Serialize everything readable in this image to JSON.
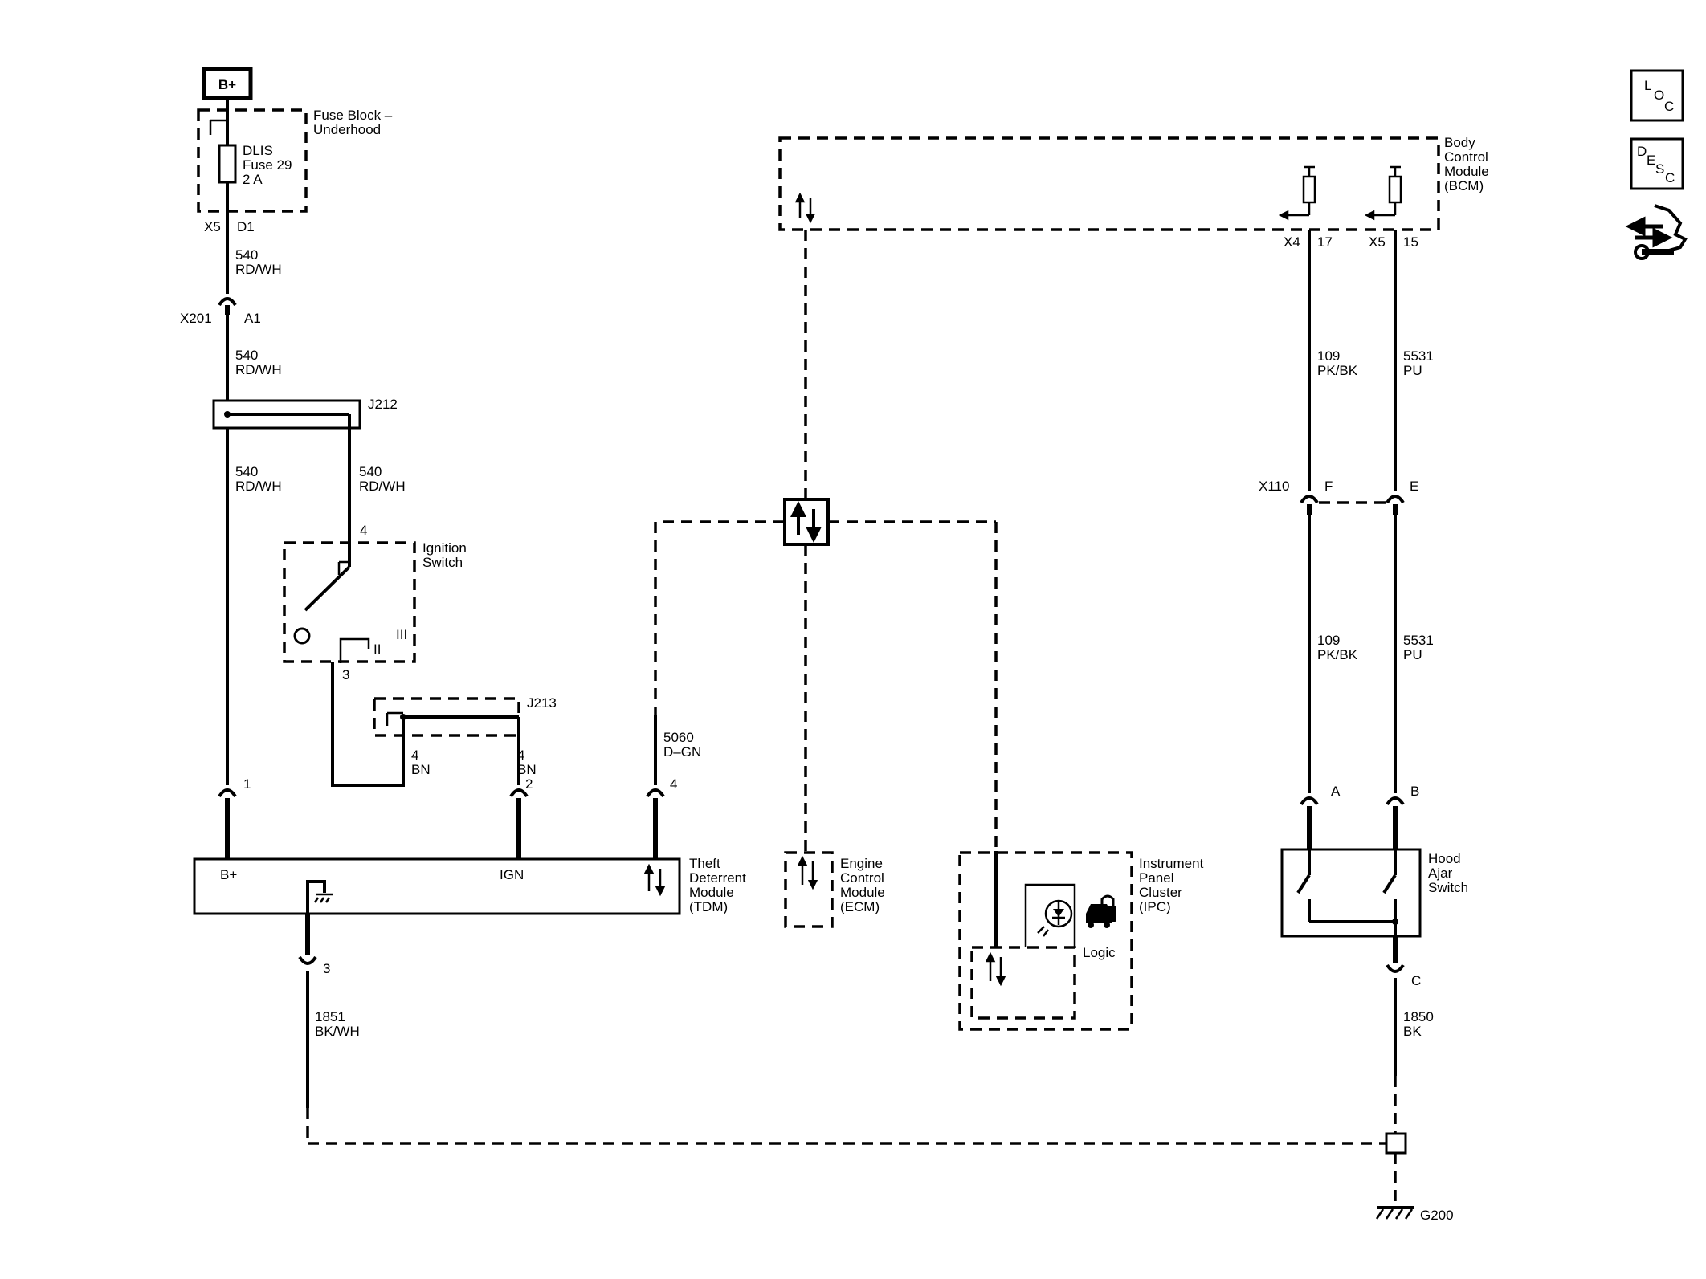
{
  "power": {
    "label": "B+"
  },
  "fuse_block": {
    "label_l1": "Fuse Block –",
    "label_l2": "Underhood",
    "fuse_l1": "DLIS",
    "fuse_l2": "Fuse 29",
    "fuse_l3": "2 A",
    "conn": "X5",
    "pin": "D1"
  },
  "wires": {
    "w540_num": "540",
    "w540_color": "RD/WH",
    "w109_num": "109",
    "w109_color": "PK/BK",
    "w5531_num": "5531",
    "w5531_color": "PU",
    "w5060_num": "5060",
    "w5060_color": "D–GN",
    "w1851_num": "1851",
    "w1851_color": "BK/WH",
    "w1850_num": "1850",
    "w1850_color": "BK",
    "bn_num": "4",
    "bn_color": "BN"
  },
  "connectors": {
    "x201": "X201",
    "x201_pin": "A1",
    "x110": "X110",
    "x110_f": "F",
    "x110_e": "E",
    "bcm_x4": "X4",
    "bcm_x4_pin": "17",
    "bcm_x5": "X5",
    "bcm_x5_pin": "15",
    "tdm_pin1": "1",
    "tdm_pin2": "2",
    "tdm_pin3": "3",
    "tdm_pin4": "4",
    "hood_a": "A",
    "hood_b": "B",
    "hood_c": "C"
  },
  "splices": {
    "j212": "J212",
    "j213": "J213"
  },
  "ignition": {
    "label_l1": "Ignition",
    "label_l2": "Switch",
    "pin_top": "4",
    "pin_bottom": "3",
    "pos_ii": "II",
    "pos_iii": "III"
  },
  "bcm": {
    "l1": "Body",
    "l2": "Control",
    "l3": "Module",
    "l4": "(BCM)"
  },
  "tdm": {
    "l1": "Theft",
    "l2": "Deterrent",
    "l3": "Module",
    "l4": "(TDM)",
    "pin_bplus": "B+",
    "pin_ign": "IGN"
  },
  "ecm": {
    "l1": "Engine",
    "l2": "Control",
    "l3": "Module",
    "l4": "(ECM)"
  },
  "ipc": {
    "l1": "Instrument",
    "l2": "Panel",
    "l3": "Cluster",
    "l4": "(IPC)",
    "logic": "Logic"
  },
  "hood": {
    "l1": "Hood",
    "l2": "Ajar",
    "l3": "Switch"
  },
  "ground": {
    "label": "G200"
  },
  "side_icons": {
    "loc_l": "L",
    "loc_o": "O",
    "loc_c": "C",
    "desc_d": "D",
    "desc_e": "E",
    "desc_s": "S",
    "desc_c": "C"
  }
}
